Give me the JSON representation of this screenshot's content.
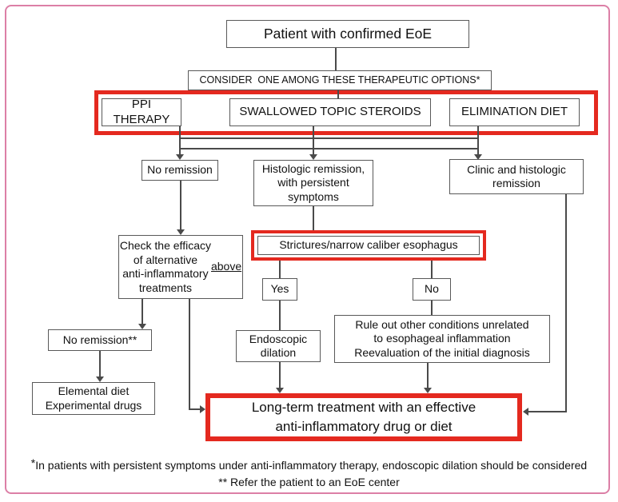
{
  "colors": {
    "red": "#e4291f",
    "pink": "#dc7fa6",
    "line": "#4a4a4a"
  },
  "nodes": {
    "patient": "Patient with confirmed EoE",
    "consider": "CONSIDER  ONE AMONG THESE THERAPEUTIC OPTIONS*",
    "option_ppi": "PPI THERAPY",
    "option_steroids": "SWALLOWED TOPIC STEROIDS",
    "option_diet": "ELIMINATION DIET",
    "no_remission": "No remission",
    "histologic_remission": "Histologic remission,\nwith persistent\nsymptoms",
    "clinic_remission": "Clinic and histologic\nremission",
    "check_efficacy_text": "Check the efficacy\nof alternative\nanti-inflammatory\ntreatments ",
    "check_efficacy_underline": "above",
    "strictures": "Strictures/narrow caliber esophagus",
    "yes": "Yes",
    "no": "No",
    "endoscopic_dilation": "Endoscopic\ndilation",
    "rule_out": "Rule out other conditions unrelated\nto esophageal inflammation\nReevaluation of the initial diagnosis",
    "no_remission_2": "No remission**",
    "elemental": "Elemental diet\nExperimental drugs",
    "long_term": "Long-term treatment with an effective\nanti-inflammatory drug or diet"
  },
  "footnotes": {
    "star1": "*",
    "line1": "In patients with persistent symptoms under anti-inflammatory therapy, endoscopic dilation should be considered",
    "line2": "** Refer the patient to an EoE center"
  }
}
